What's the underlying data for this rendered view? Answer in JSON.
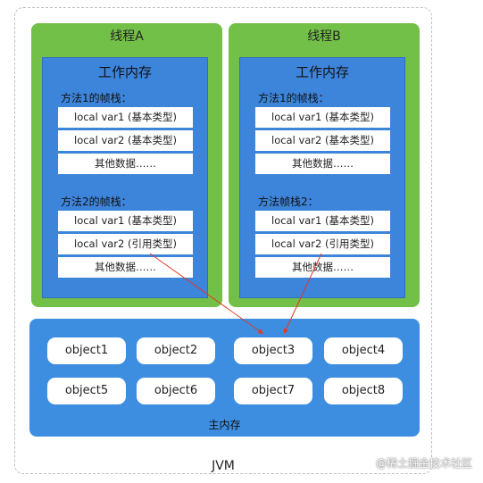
{
  "jvm": {
    "label": "JVM"
  },
  "threads": [
    {
      "title": "线程A",
      "work_memory": "工作内存",
      "frame1": {
        "title": "方法1的帧栈：",
        "cells": [
          "local var1 (基本类型)",
          "local var2 (基本类型)",
          "其他数据……"
        ]
      },
      "frame2": {
        "title": "方法2的帧栈：",
        "cells": [
          "local var1 (基本类型)",
          "local var2 (引用类型)",
          "其他数据……"
        ]
      }
    },
    {
      "title": "线程B",
      "work_memory": "工作内存",
      "frame1": {
        "title": "方法1的帧栈：",
        "cells": [
          "local var1 (基本类型)",
          "local var2 (基本类型)",
          "其他数据……"
        ]
      },
      "frame2": {
        "title": "方法帧栈2：",
        "cells": [
          "local var1 (基本类型)",
          "local var2 (引用类型)",
          "其他数据……"
        ]
      }
    }
  ],
  "main_memory": {
    "title": "主内存",
    "objects": [
      "object1",
      "object2",
      "object3",
      "object4",
      "object5",
      "object6",
      "object7",
      "object8"
    ]
  },
  "watermark": "@稀土掘金技术社区",
  "colors": {
    "thread_green": "#73c048",
    "work_blue": "#3d84db",
    "main_blue": "#3d8ee0",
    "arrow_red": "#e03a2a"
  }
}
